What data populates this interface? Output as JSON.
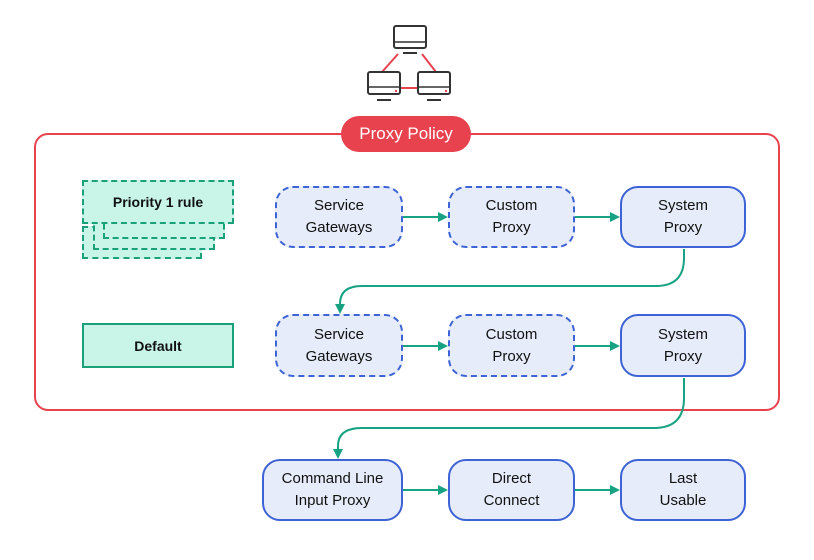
{
  "policy": {
    "label": "Proxy Policy"
  },
  "rules": {
    "priority_label": "Priority 1 rule",
    "default_label": "Default"
  },
  "row1": {
    "service_gateways": "Service\nGateways",
    "custom_proxy": "Custom\nProxy",
    "system_proxy": "System\nProxy"
  },
  "row2": {
    "service_gateways": "Service\nGateways",
    "custom_proxy": "Custom\nProxy",
    "system_proxy": "System\nProxy"
  },
  "row3": {
    "command_line": "Command Line\nInput Proxy",
    "direct_connect": "Direct\nConnect",
    "last_usable": "Last\nUsable"
  },
  "colors": {
    "policy_red": "#e8424f",
    "node_blue": "#3d63d4",
    "node_fill": "#e6ecfa",
    "arrow_green": "#17a383",
    "rule_fill": "#c8f5e8",
    "rule_border": "#1aa17a"
  },
  "icons": {
    "network": "network-computers-icon"
  }
}
